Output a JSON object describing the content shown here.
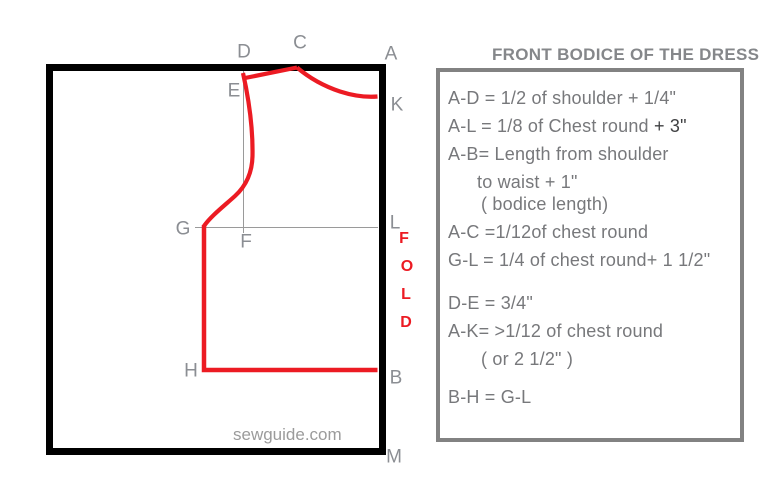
{
  "colors": {
    "pattern-red": "#ec1b23",
    "label-gray": "#8b8e93",
    "panel-text": "#77787b",
    "panel-dark": "#3f4042",
    "panel-border": "#828282",
    "frame-black": "#000000",
    "construction-line": "#9a9a9a",
    "watermark-gray": "#9b9b9b",
    "title-gray": "#85878a"
  },
  "title": "FRONT BODICE OF THE DRESS",
  "diagram": {
    "watermark": "sewguide.com",
    "fold": {
      "letters": [
        "F",
        "O",
        "L",
        "D"
      ]
    },
    "points": {
      "A": "A",
      "B": "B",
      "C": "C",
      "D": "D",
      "E": "E",
      "F": "F",
      "G": "G",
      "H": "H",
      "K": "K",
      "L": "L",
      "M": "M"
    }
  },
  "panel": {
    "lines": [
      {
        "text": "A-D = 1/2 of shoulder + 1/4\""
      },
      {
        "text": "A-L = 1/8 of Chest round ",
        "dark": "+ 3\""
      },
      {
        "text": "A-B= Length from shoulder"
      },
      {
        "text": "to waist  + 1\""
      },
      {
        "text": "( bodice length)"
      },
      {
        "text": "A-C =1/12of chest round"
      },
      {
        "text": "G-L = 1/4 of chest round+ 1 1/2\""
      },
      {
        "text": "D-E = 3/4\""
      },
      {
        "text": "A-K=  >1/12 of chest round"
      },
      {
        "text": "( or 2 1/2\" )"
      },
      {
        "text": "B-H = G-L"
      }
    ]
  }
}
